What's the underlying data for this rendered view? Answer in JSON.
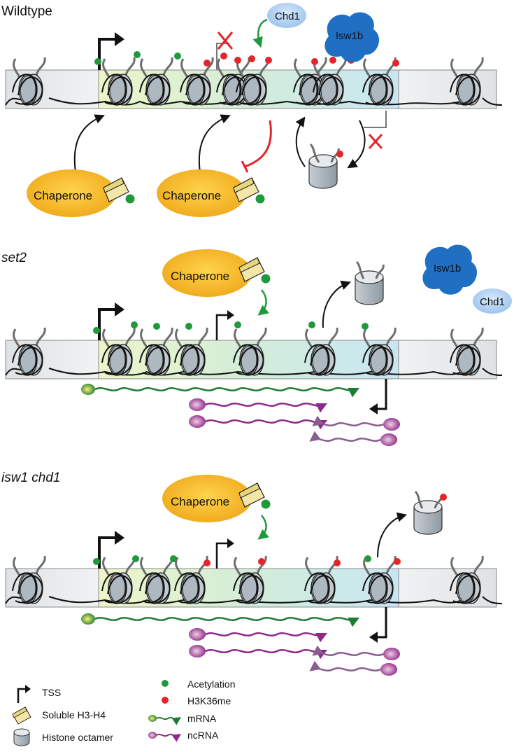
{
  "panels": [
    {
      "id": "wildtype",
      "title": "Wildtype",
      "italic": false
    },
    {
      "id": "set2",
      "title": "set2",
      "italic": true
    },
    {
      "id": "isw1chd1",
      "title": "isw1 chd1",
      "italic": true
    }
  ],
  "labels": {
    "chaperone": "Chaperone",
    "isw1b": "Isw1b",
    "chd1": "Chd1"
  },
  "legend": {
    "left": [
      {
        "icon": "tss-icon",
        "label": "TSS"
      },
      {
        "icon": "soluble-h3-h4-icon",
        "label": "Soluble H3-H4"
      },
      {
        "icon": "histone-octamer-icon",
        "label": "Histone octamer"
      }
    ],
    "right": [
      {
        "icon": "acetylation-icon",
        "label": "Acetylation"
      },
      {
        "icon": "h3k36me-icon",
        "label": "H3K36me"
      },
      {
        "icon": "mrna-icon",
        "label": "mRNA"
      },
      {
        "icon": "ncrna-icon",
        "label": "ncRNA"
      }
    ]
  },
  "colors": {
    "acetylation": "#1f9a3a",
    "methylation": "#e3262b",
    "chaperone": "#f2b21b",
    "isw1b": "#1e6fc1",
    "chd1": "#a9cbef",
    "mrna": "#1e7b34",
    "ncrna": "#8e2a8a",
    "inhibition": "#e3262b",
    "nucleosome": "#a9b3bb"
  }
}
